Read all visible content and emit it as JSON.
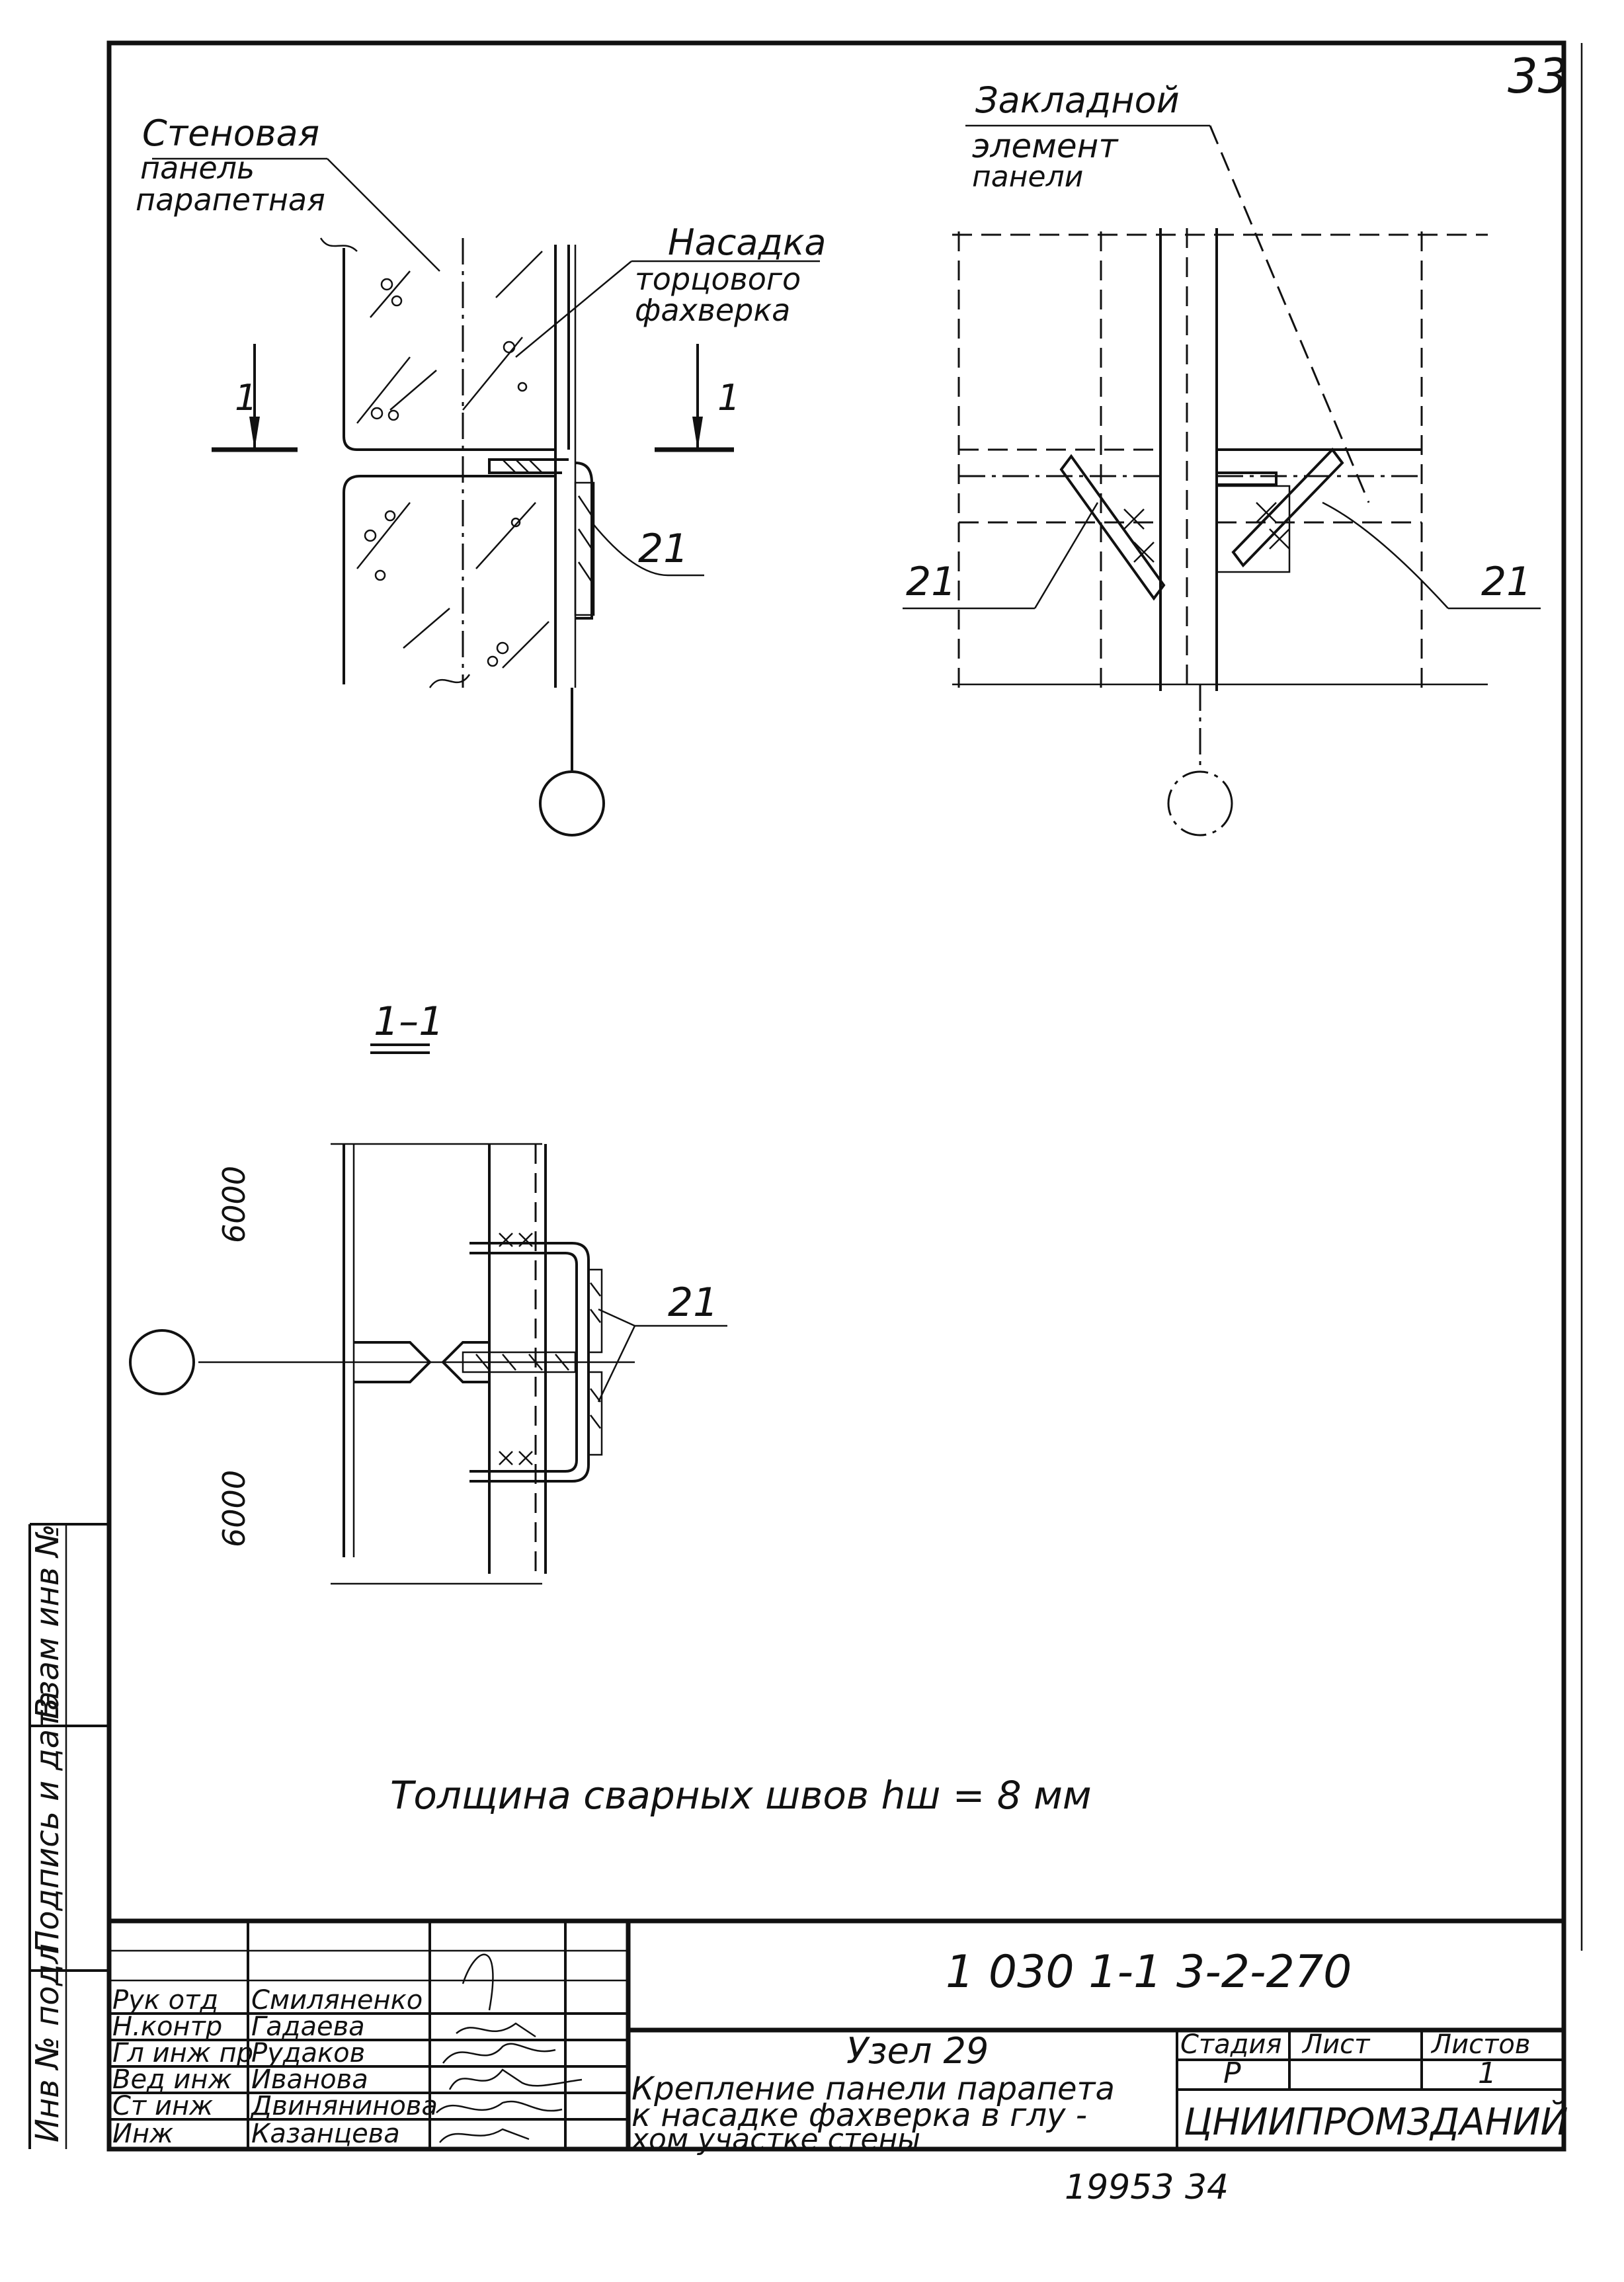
{
  "sheet": {
    "page_number": "33",
    "bottom_note": "19953   34"
  },
  "top_left_view": {
    "label_wall_panel": [
      "Стеновая",
      "панель",
      "парапетная"
    ],
    "label_cap": [
      "Насадка",
      "торцового",
      "фахверка"
    ],
    "section_mark_left": "1",
    "section_mark_right": "1",
    "weld_ref": "21"
  },
  "top_right_view": {
    "label_embedded": [
      "Закладной",
      "элемент",
      "панели"
    ],
    "weld_ref_left": "21",
    "weld_ref_right": "21"
  },
  "section_view": {
    "title": "1–1",
    "dim_top": "6000",
    "dim_bottom": "6000",
    "weld_ref": "21"
  },
  "note": "Толщина   сварных   швов  hш  = 8 мм",
  "side_stamp": {
    "cells": [
      "Инв № подл",
      "Подпись и дата",
      "Взам инв №"
    ]
  },
  "title_block": {
    "document_code": "1 030 1-1 3-2-270",
    "roles": [
      {
        "role": "Рук отд",
        "name": "Смиляненко"
      },
      {
        "role": "Н.контр",
        "name": "Гадаева"
      },
      {
        "role": "Гл инж пр",
        "name": "Рудаков"
      },
      {
        "role": "Вед инж",
        "name": "Иванова"
      },
      {
        "role": "Ст инж",
        "name": "Двинянинова"
      },
      {
        "role": "Инж",
        "name": "Казанцева"
      }
    ],
    "node_title": "Узел 29",
    "description": [
      "Крепление панели парапета",
      "к насадке фахверка в глу -",
      "хом участке стены"
    ],
    "col_stage": "Стадия",
    "col_sheet": "Лист",
    "col_sheets": "Листов",
    "stage": "Р",
    "sheets_total": "1",
    "organization": "ЦНИИПРОМЗДАНИЙ"
  }
}
